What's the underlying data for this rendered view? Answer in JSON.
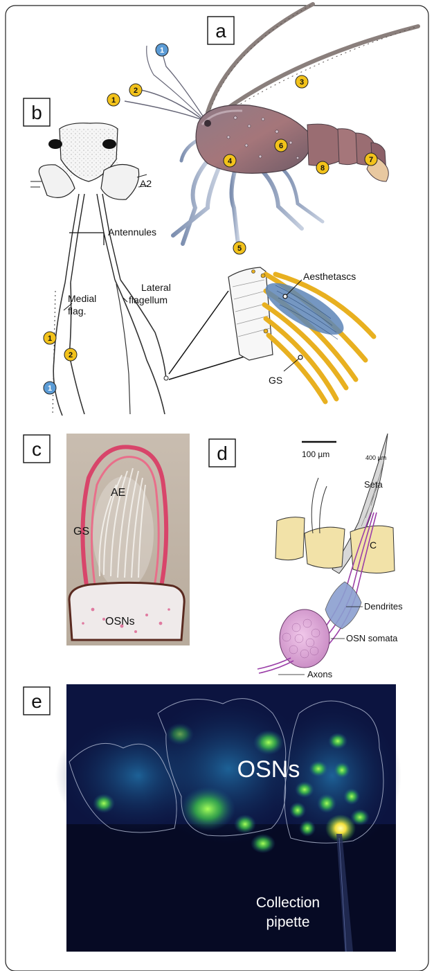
{
  "panels": {
    "a": "a",
    "b": "b",
    "c": "c",
    "d": "d",
    "e": "e"
  },
  "panel_b": {
    "a2": "A2",
    "antennules": "Antennules",
    "medial_flag_line1": "Medial",
    "medial_flag_line2": "flag.",
    "lateral_flag_line1": "Lateral",
    "lateral_flag_line2": "flagellum",
    "aesthetascs": "Aesthetascs",
    "gs": "GS"
  },
  "panel_a_badges": [
    "1",
    "2",
    "1",
    "3",
    "6",
    "4",
    "8",
    "7",
    "5"
  ],
  "panel_b_badges": [
    "1",
    "2",
    "1"
  ],
  "panel_c": {
    "gs": "GS",
    "ae": "AE",
    "osns": "OSNs"
  },
  "panel_d": {
    "scale_bar": "100 µm",
    "seta_size": "400 µm",
    "seta": "Seta",
    "c": "C",
    "dendrites": "Dendrites",
    "osn_somata": "OSN somata",
    "axons": "Axons"
  },
  "panel_e": {
    "osns": "OSNs",
    "collection_line1": "Collection",
    "collection_line2": "pipette"
  },
  "colors": {
    "badge_yellow": "#f2c21b",
    "badge_blue": "#5b9bd5",
    "gustatory_seta": "#e8b020",
    "aesthetasc_blue": "#5d86b8",
    "panel_e_background": "#0c1440",
    "fluorescence": "#5fe04a"
  }
}
